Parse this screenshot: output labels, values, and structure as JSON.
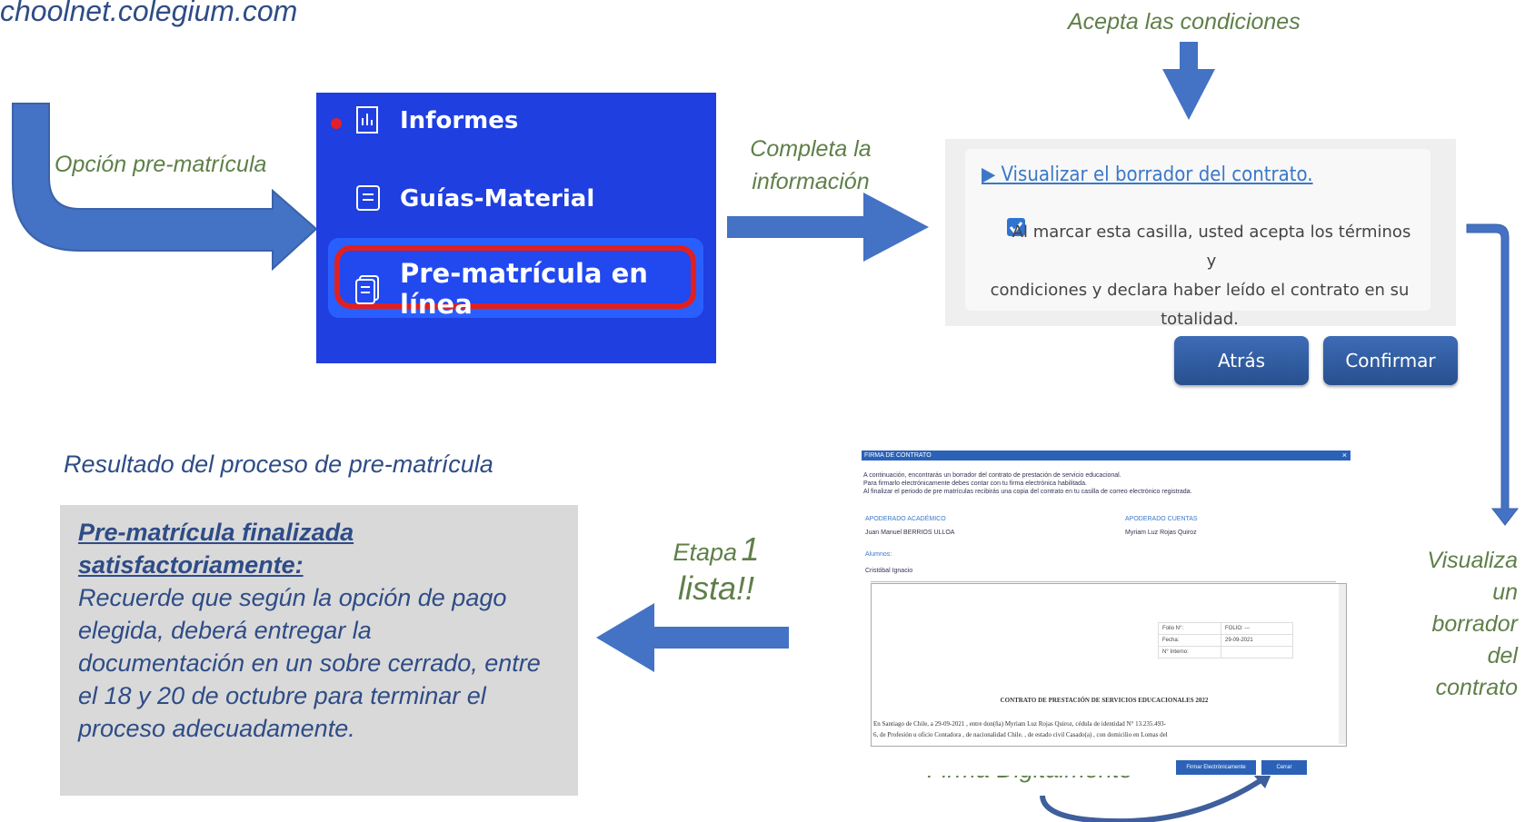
{
  "top_left_url": "choolnet.colegium.com",
  "labels": {
    "opcion": "Opción pre-matrícula",
    "completa_line1": "Completa la",
    "completa_line2": "información",
    "acepta": "Acepta las condiciones",
    "visualiza_lines": [
      "Visualiza",
      "un",
      "borrador",
      "del",
      "contrato"
    ],
    "resultado": "Resultado del proceso de pre-matrícula",
    "etapa_word": "Etapa",
    "etapa_num": "1",
    "etapa_line2": "lista!!",
    "firma": "Firma Digitalmente"
  },
  "menu": {
    "items": [
      {
        "label": "Informes",
        "icon": "report-icon"
      },
      {
        "label": "Guías-Material",
        "icon": "document-icon"
      },
      {
        "label": "Pre-matrícula en línea",
        "icon": "clipboard-icon",
        "selected": true
      }
    ],
    "notification_dot_color": "#e0202a"
  },
  "contract_card": {
    "link": "▶ Visualizar el borrador del contrato.",
    "checkbox_checked": true,
    "terms_lines": [
      "Al marcar esta casilla, usted acepta los términos y",
      "condiciones y declara haber leído el contrato en su",
      "totalidad."
    ],
    "back_button": "Atrás",
    "confirm_button": "Confirmar"
  },
  "contract_form": {
    "header": "FIRMA DE CONTRATO",
    "close": "×",
    "intro_lines": [
      "A continuación, encontrarás un borrador del contrato de prestación de servicio educacional.",
      "Para firmarlo electrónicamente debes contar con tu firma electrónica habilitada.",
      "Al finalizar el periodo de pre matrículas recibirás una copia del contrato en tu casilla de correo electrónico registrada."
    ],
    "apoderado_academico_label": "APODERADO ACADÉMICO",
    "apoderado_academico_value": "Juan Manuel BERRIOS ULLOA",
    "apoderado_cuentas_label": "APODERADO CUENTAS",
    "apoderado_cuentas_value": "Myriam Luz Rojas Quiroz",
    "alumnos_label": "Alumnos:",
    "alumno_value": "Cristóbal Ignacio",
    "folio_label": "Folio N°:",
    "folio_value": "FOLIO: ---",
    "fecha_label": "Fecha:",
    "fecha_value": "29-09-2021",
    "interno_label": "N° Interno:",
    "interno_value": "",
    "contract_title": "CONTRATO DE PRESTACIÓN DE SERVICIOS EDUCACIONALES 2022",
    "contract_line1": "En Santiago de Chile, a 29-09-2021 , entre don(ña) Myriam Luz Rojas Quiroz, cédula de identidad N° 13.235.493-",
    "contract_line2": "6, de Profesión u oficio Contadora , de nacionalidad Chile. , de estado civil Casado(a) , con domicilio en Lomas del",
    "sign_button": "Firmar Electrónicamente",
    "close_button": "Cerrar"
  },
  "result": {
    "title_line1": "Pre-matrícula finalizada",
    "title_line2": "satisfactoriamente:",
    "body_lines": [
      "Recuerde que según la opción de pago",
      "elegida, deberá entregar la",
      "documentación en un sobre cerrado, entre",
      "el 18 y 20 de octubre para terminar el",
      "proceso adecuadamente."
    ]
  },
  "colors": {
    "arrow": "#4472c4",
    "menu_bg": "#1f3fe0",
    "highlight_border": "#e02020",
    "green_label": "#5f7f49",
    "blue_label": "#2e4c86"
  }
}
